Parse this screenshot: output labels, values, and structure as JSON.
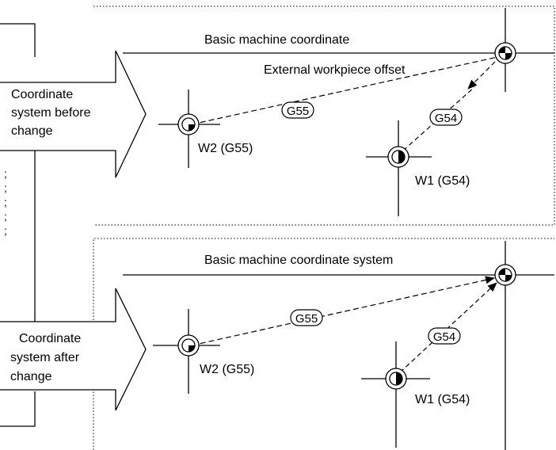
{
  "panel_before": {
    "axis_title": "Basic machine coordinate",
    "offset_label": "External workpiece offset",
    "arrow_label": "Coordinate system before change",
    "arrow_lines": [
      "Coordinate",
      "system before",
      "change"
    ],
    "tag_g55": "G55",
    "tag_g54": "G54",
    "w2_label": "W2 (G55)",
    "w1_label": "W1 (G54)"
  },
  "panel_after": {
    "axis_title": "Basic machine coordinate system",
    "arrow_label": "Coordinate system after change",
    "arrow_lines": [
      "Coordinate",
      "system after",
      "change"
    ],
    "tag_g55": "G55",
    "tag_g54": "G54",
    "w2_label": "W2 (G55)",
    "w1_label": "W1 (G54)"
  },
  "left_program_marks": [
    ";",
    ";",
    ";",
    ";",
    ";"
  ]
}
